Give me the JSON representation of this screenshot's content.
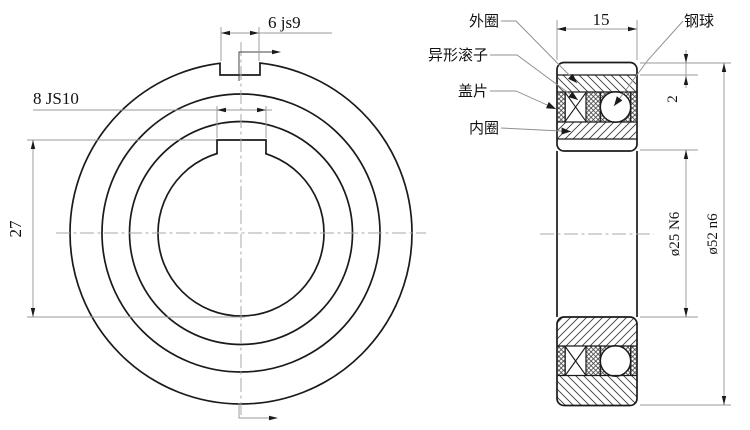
{
  "front_view": {
    "dim_outer_notch": "6 js9",
    "dim_bore_keyway": "8 JS10",
    "dim_keyway_depth": "27"
  },
  "section_view": {
    "dim_width": "15",
    "dim_rim": "2",
    "dim_bore": "ø25 N6",
    "dim_outer": "ø52 n6",
    "label_outer_ring": "外圈",
    "label_roller": "异形滚子",
    "label_cover": "盖片",
    "label_inner_ring": "内圈",
    "label_ball": "钢球"
  },
  "colors": {
    "outline": "#1a1a1a",
    "thin_line": "#999999",
    "hatch": "#3d3d3d",
    "text": "#111111",
    "background": "#ffffff"
  }
}
